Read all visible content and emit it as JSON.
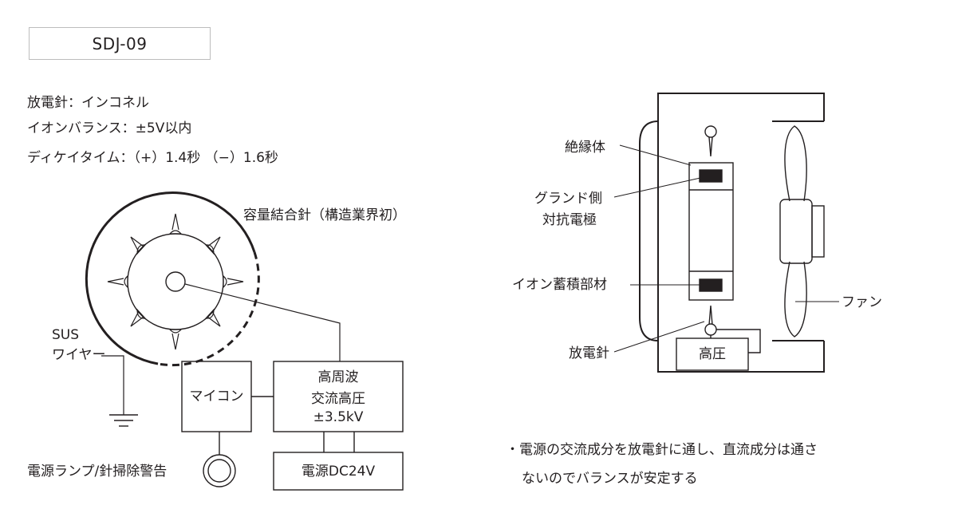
{
  "model": "SDJ-09",
  "specs": {
    "needle": "放電針：インコネル",
    "ion_balance": "イオンバランス：±5V以内",
    "decay_time": "ディケイタイム：（+）1.4秒 （−）1.6秒"
  },
  "left_diagram": {
    "needle_label": "容量結合針（構造業界初）",
    "sus_label": "SUS",
    "wire_label": "ワイヤー",
    "micom": "マイコン",
    "hf_line1": "高周波",
    "hf_line2": "交流高圧",
    "hf_line3": "±3.5kV",
    "power": "電源DC24V",
    "lamp_label": "電源ランプ/針掃除警告"
  },
  "right_diagram": {
    "insulator": "絶縁体",
    "ground_line1": "グランド側",
    "ground_line2": "対抗電極",
    "ion_storage": "イオン蓄積部材",
    "needle": "放電針",
    "high_voltage": "高圧",
    "fan": "ファン"
  },
  "note": {
    "line1": "・電源の交流成分を放電針に通し、直流成分は通さ",
    "line2": "ないのでバランスが安定する"
  },
  "colors": {
    "ink": "#231f20",
    "box_border": "#bdbdbd"
  }
}
